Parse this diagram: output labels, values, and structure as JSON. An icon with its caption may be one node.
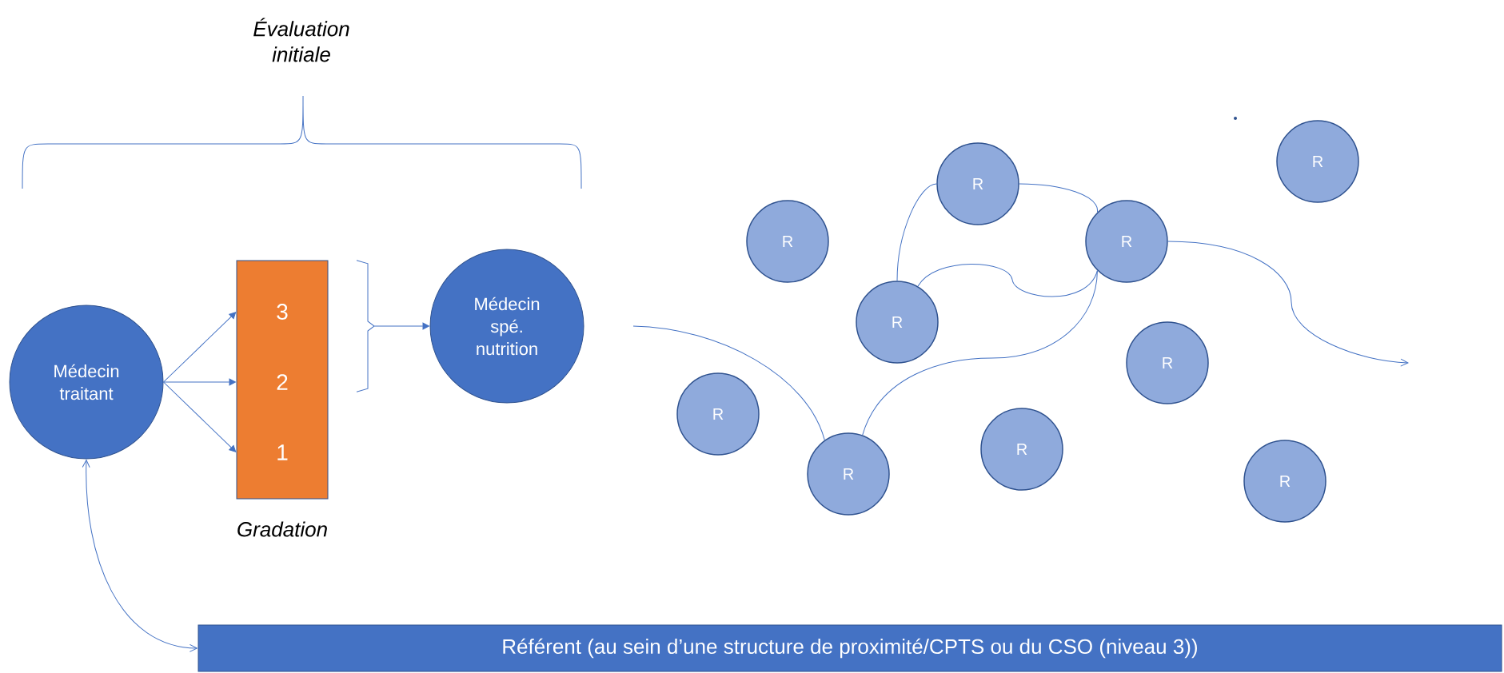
{
  "diagram": {
    "nodes": [
      {
        "text": [
          "Médecin traitant"
        ]
      },
      {
        "text": [],
        "shape": "bar",
        "beside": [
          "Gradation"
        ]
      },
      {
        "text": [
          "3"
        ],
        "in": 1
      },
      {
        "text": [
          "2"
        ],
        "in": 1
      },
      {
        "text": [
          "1"
        ],
        "in": 1
      },
      {
        "text": [
          "Médecin spé. nutrition"
        ]
      },
      {
        "text": [
          "Référent (au sein d’une structure de proximité/CPTS ou du CSO (niveau 3))"
        ]
      },
      {
        "text": [
          "R"
        ]
      },
      {
        "text": [
          "R"
        ]
      },
      {
        "text": [
          "R"
        ]
      },
      {
        "text": [
          "R"
        ]
      },
      {
        "text": [
          "R"
        ]
      },
      {
        "text": [
          "R"
        ]
      },
      {
        "text": [
          "R"
        ]
      },
      {
        "text": [
          "R"
        ]
      },
      {
        "text": [
          "R"
        ]
      },
      {
        "text": [
          "R"
        ]
      }
    ],
    "edges": [
      {
        "from": 0,
        "to": 2,
        "arrow": "to"
      },
      {
        "from": 0,
        "to": 3,
        "arrow": "to"
      },
      {
        "from": 0,
        "to": 4,
        "arrow": "to"
      },
      {
        "from": 2,
        "to": 5,
        "arrow": "to"
      },
      {
        "from": 3,
        "to": 5,
        "arrow": "to"
      },
      {
        "from": 0,
        "to": 6,
        "arrow": "both"
      },
      {
        "from": null,
        "to": 15,
        "arrow": "none"
      },
      {
        "from": 11,
        "to": 8,
        "arrow": "none"
      },
      {
        "from": 8,
        "to": 10,
        "arrow": "none"
      },
      {
        "from": 11,
        "to": 10,
        "arrow": "none"
      },
      {
        "from": 15,
        "to": 10,
        "arrow": "none"
      },
      {
        "from": 10,
        "to": null,
        "arrow": "to"
      }
    ],
    "labels": [
      "Évaluation initiale"
    ]
  }
}
